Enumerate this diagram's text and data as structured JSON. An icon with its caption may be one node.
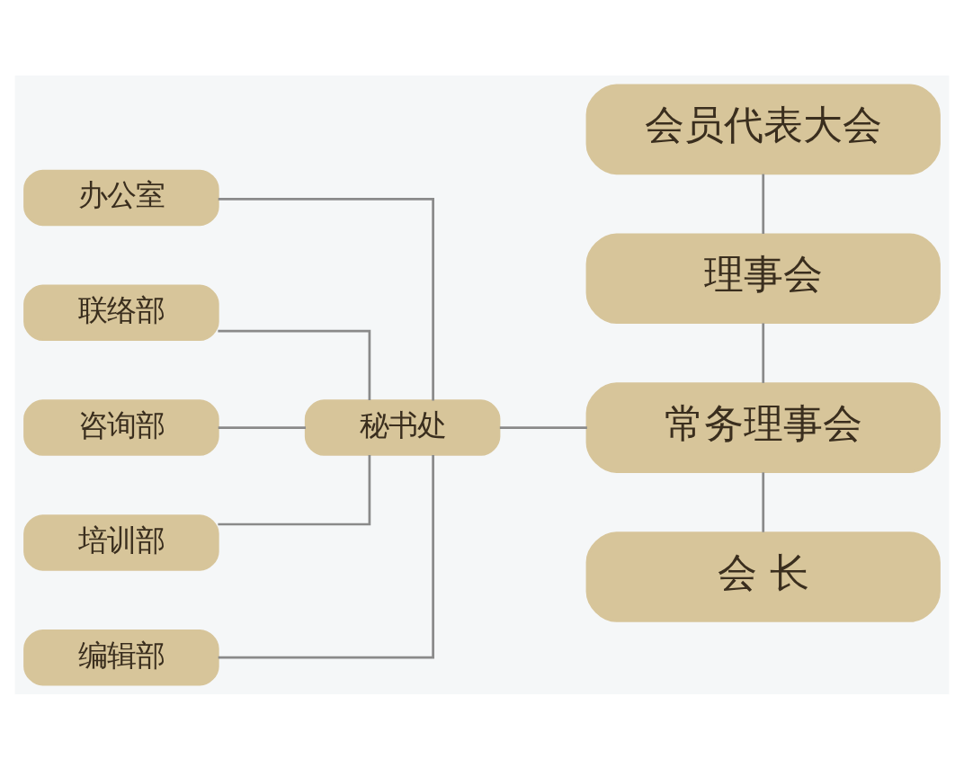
{
  "diagram": {
    "nodes": [
      {
        "text": [
          "会员代表大会"
        ]
      },
      {
        "text": [
          "理事会"
        ]
      },
      {
        "text": [
          "常务理事会"
        ]
      },
      {
        "text": [
          "会 长"
        ]
      },
      {
        "text": [
          "秘书处"
        ]
      },
      {
        "text": [
          "办公室"
        ]
      },
      {
        "text": [
          "联络部"
        ]
      },
      {
        "text": [
          "咨询部"
        ]
      },
      {
        "text": [
          "培训部"
        ]
      },
      {
        "text": [
          "编辑部"
        ]
      }
    ],
    "edges": [
      {
        "from": 0,
        "to": 1,
        "arrow": "none"
      },
      {
        "from": 1,
        "to": 2,
        "arrow": "none"
      },
      {
        "from": 2,
        "to": 3,
        "arrow": "none"
      },
      {
        "from": 2,
        "to": 4,
        "arrow": "none"
      },
      {
        "from": 4,
        "to": 5,
        "arrow": "none"
      },
      {
        "from": 4,
        "to": 6,
        "arrow": "none"
      },
      {
        "from": 4,
        "to": 7,
        "arrow": "none"
      },
      {
        "from": 4,
        "to": 8,
        "arrow": "none"
      },
      {
        "from": 4,
        "to": 9,
        "arrow": "none"
      }
    ]
  }
}
